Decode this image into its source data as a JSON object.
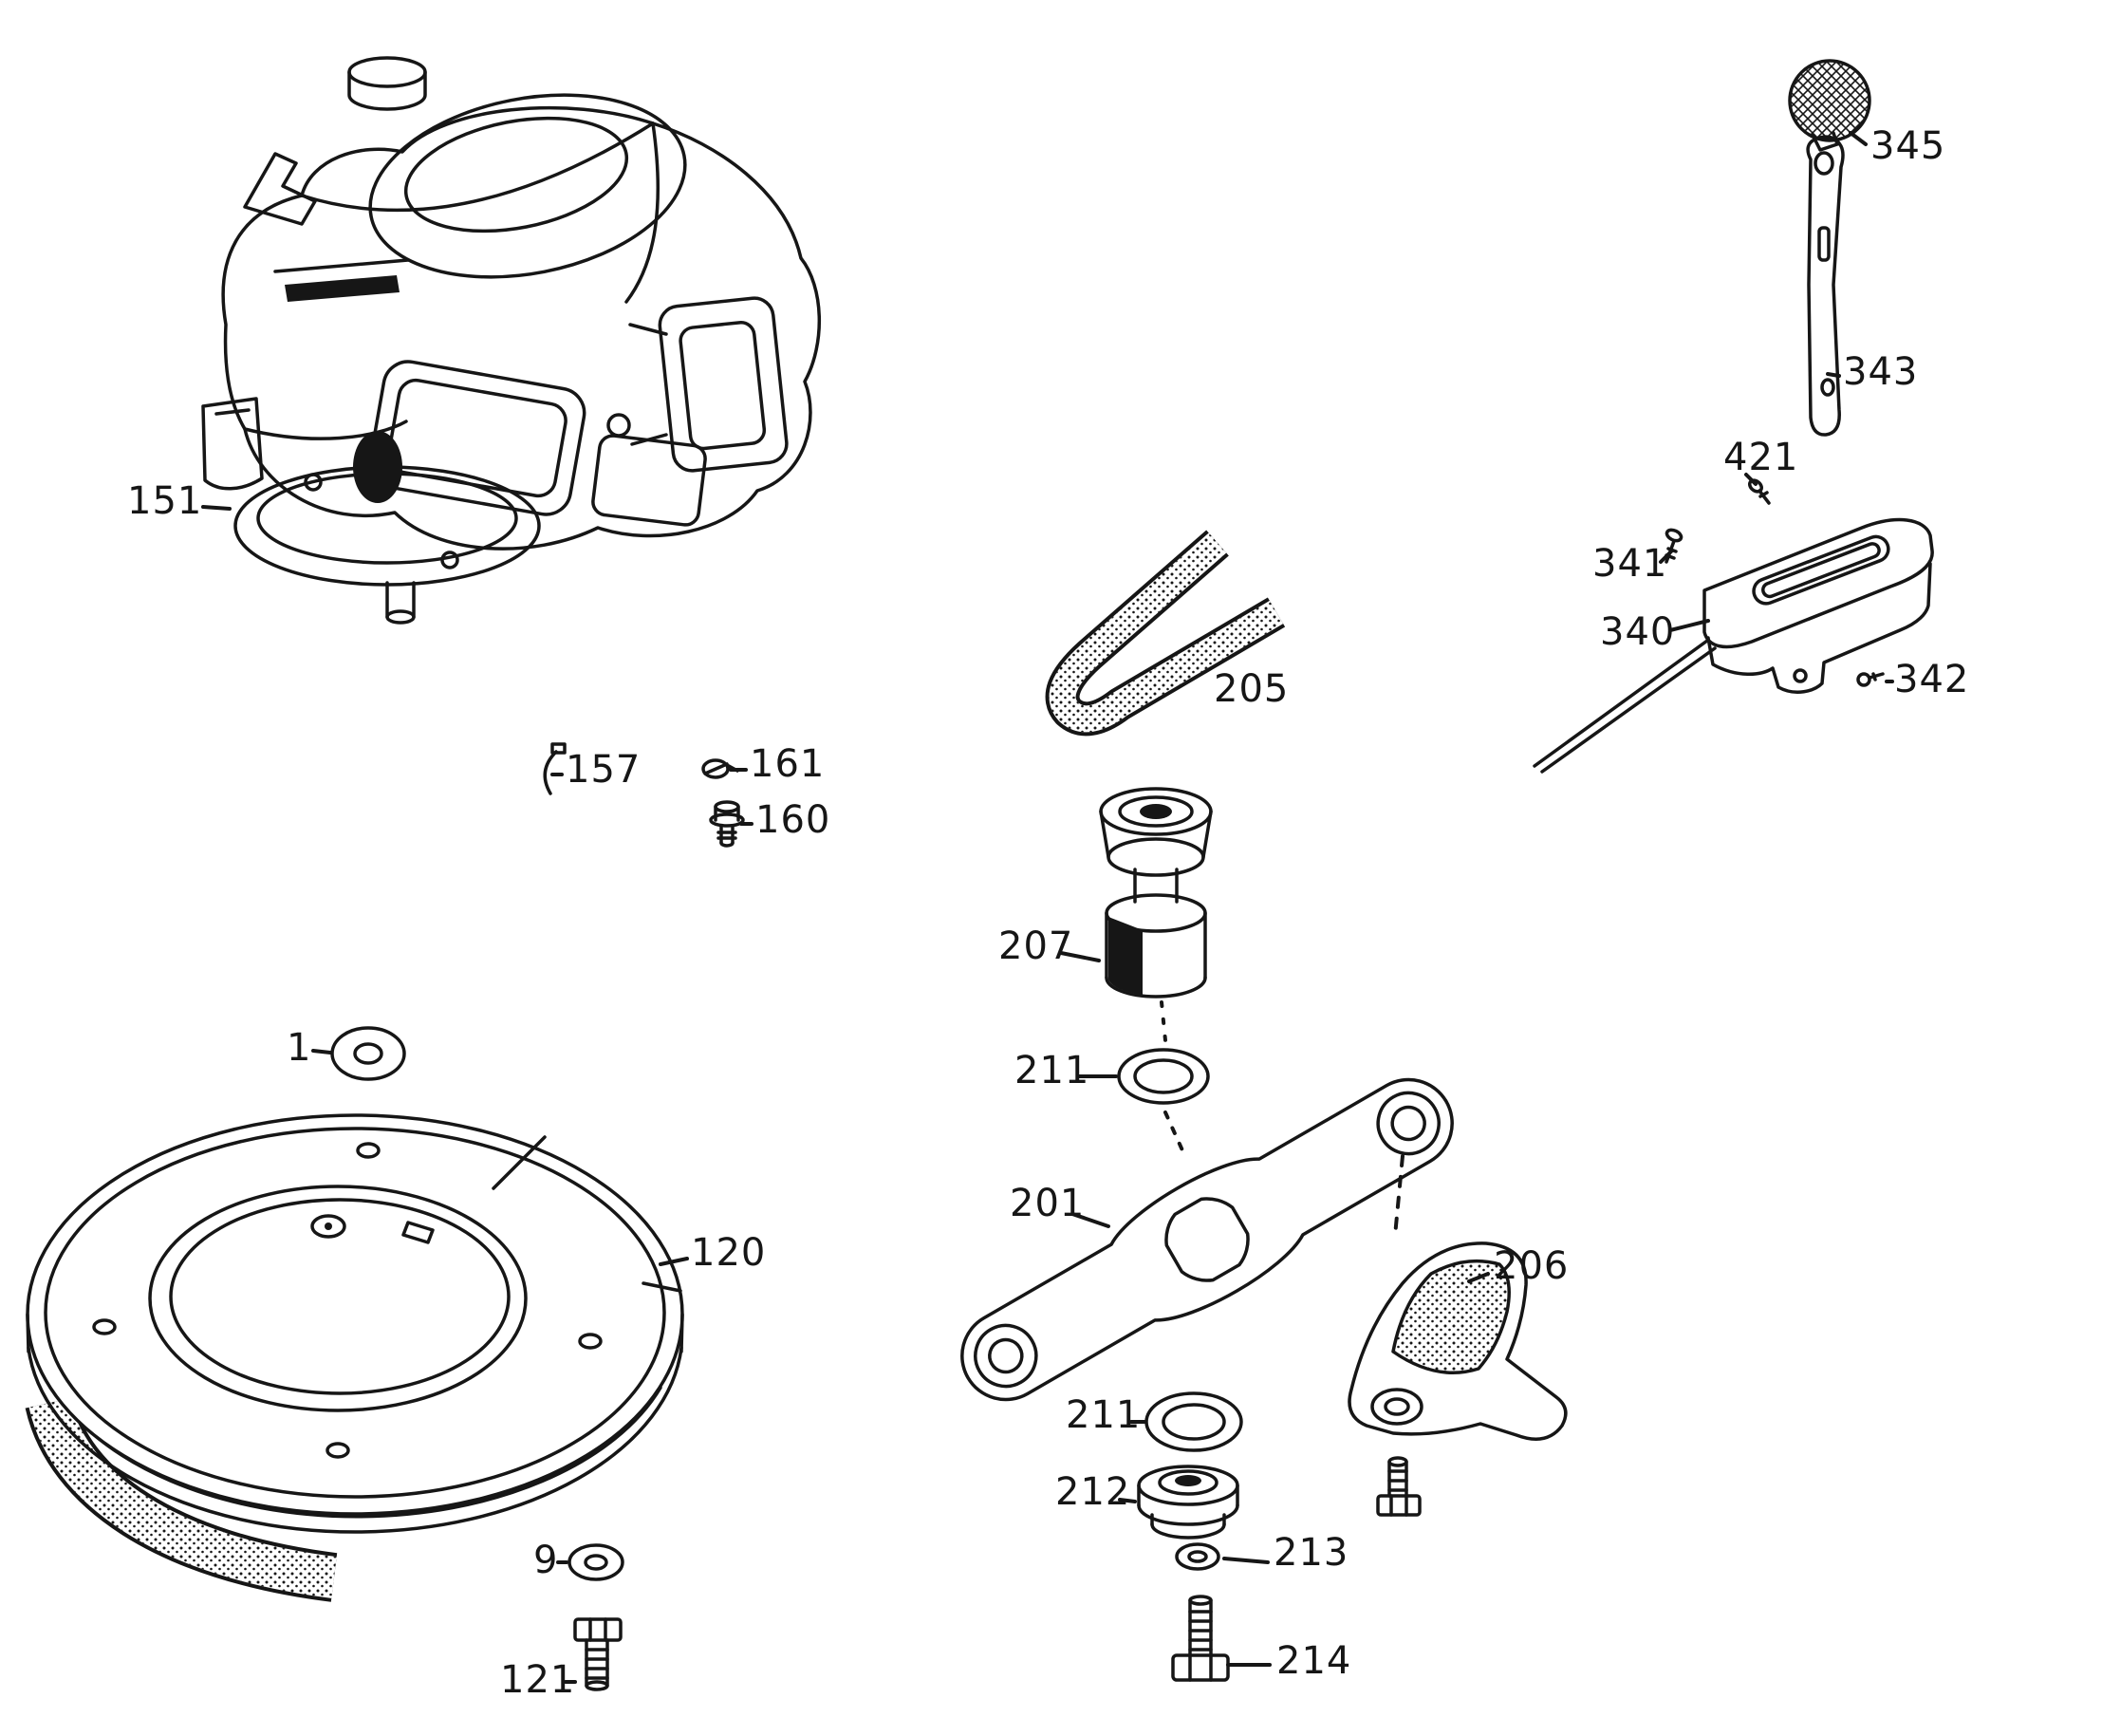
{
  "colors": {
    "background": "#ffffff",
    "ink": "#161616"
  },
  "labels": [
    {
      "part": "151",
      "text": "151"
    },
    {
      "part": "157",
      "text": "157"
    },
    {
      "part": "161",
      "text": "161"
    },
    {
      "part": "160",
      "text": "160"
    },
    {
      "part": "205",
      "text": "205"
    },
    {
      "part": "207",
      "text": "207"
    },
    {
      "part": "211a",
      "text": "211"
    },
    {
      "part": "201",
      "text": "201"
    },
    {
      "part": "211b",
      "text": "211"
    },
    {
      "part": "212",
      "text": "212"
    },
    {
      "part": "213",
      "text": "213"
    },
    {
      "part": "214",
      "text": "214"
    },
    {
      "part": "206",
      "text": "206"
    },
    {
      "part": "1",
      "text": "1"
    },
    {
      "part": "120",
      "text": "120"
    },
    {
      "part": "9",
      "text": "9"
    },
    {
      "part": "121",
      "text": "121"
    },
    {
      "part": "345",
      "text": "345"
    },
    {
      "part": "343",
      "text": "343"
    },
    {
      "part": "421",
      "text": "421"
    },
    {
      "part": "341",
      "text": "341"
    },
    {
      "part": "340",
      "text": "340"
    },
    {
      "part": "342",
      "text": "342"
    }
  ]
}
